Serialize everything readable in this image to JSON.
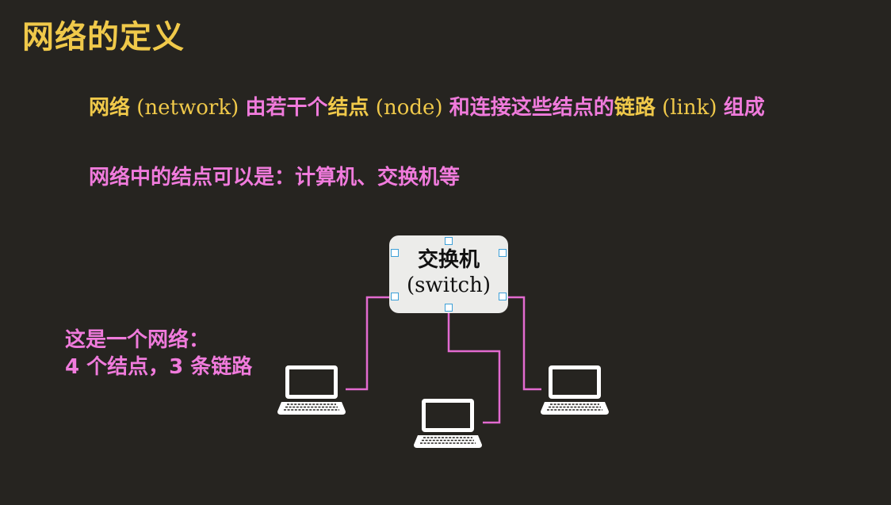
{
  "title": "网络的定义",
  "definition": {
    "part1": "网络",
    "part2": " (network) ",
    "part3": "由若干个",
    "part4": "结点",
    "part5": " (node) ",
    "part6": "和连接这些结点的",
    "part7": "链路",
    "part8": " (link) ",
    "part9": "组成"
  },
  "nodes_line": "网络中的结点可以是：计算机、交换机等",
  "note": {
    "line1": "这是一个网络：",
    "line2": "4 个结点，3 条链路"
  },
  "switch": {
    "label_cn": "交换机",
    "label_en": "(switch)"
  },
  "icons": [
    "laptop-icon",
    "laptop-icon",
    "laptop-icon"
  ],
  "colors": {
    "background": "#262420",
    "title_yellow": "#f0c94a",
    "text_pink": "#f07bdc",
    "link_line": "#e26ad0",
    "switch_fill": "#ececea",
    "handle_border": "#3da0d8"
  }
}
